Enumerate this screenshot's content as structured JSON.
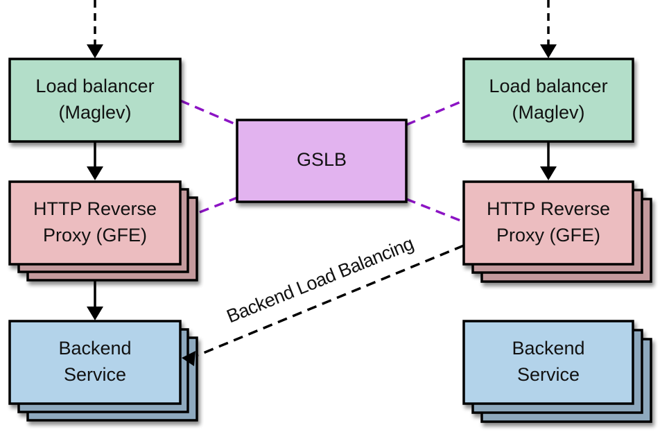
{
  "diagram": {
    "colors": {
      "load_balancer": "#b3dec9",
      "proxy": "#ecbdc0",
      "proxy_stack": "#c49a9d",
      "backend": "#b3d3ea",
      "backend_stack": "#8ea9be",
      "gslb": "#e2b3ef",
      "gslb_link": "#8c14c4",
      "edge": "#000000"
    },
    "left": {
      "load_balancer": {
        "line1": "Load balancer",
        "line2": "(Maglev)"
      },
      "proxy": {
        "line1": "HTTP Reverse",
        "line2": "Proxy (GFE)"
      },
      "backend": {
        "line1": "Backend",
        "line2": "Service"
      }
    },
    "right": {
      "load_balancer": {
        "line1": "Load balancer",
        "line2": "(Maglev)"
      },
      "proxy": {
        "line1": "HTTP Reverse",
        "line2": "Proxy (GFE)"
      },
      "backend": {
        "line1": "Backend",
        "line2": "Service"
      }
    },
    "gslb": {
      "label": "GSLB"
    },
    "edge_label": "Backend Load Balancing"
  }
}
